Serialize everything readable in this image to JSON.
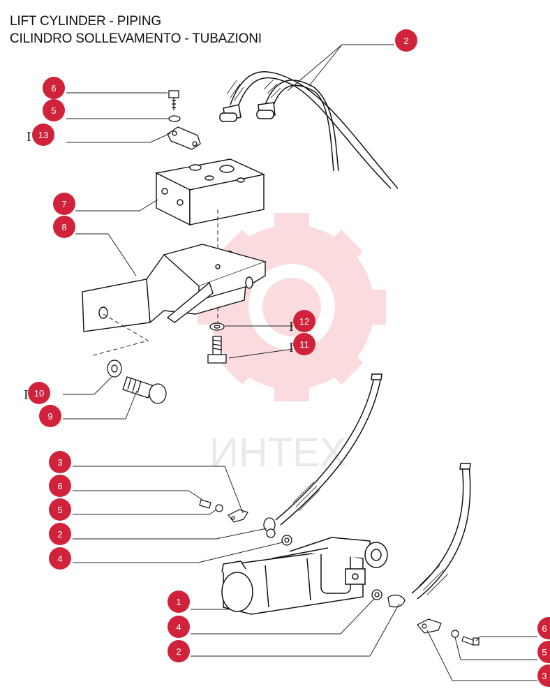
{
  "titles": {
    "english": "LIFT CYLINDER - PIPING",
    "italian": "CILINDRO SOLLEVAMENTO - TUBAZIONI"
  },
  "watermark": {
    "text": "ИНТЕХ",
    "color": "#e8434f"
  },
  "callout_color": "#d0223a",
  "reference_mark": "I",
  "callouts": [
    {
      "id": "c-top-2",
      "label": "2"
    },
    {
      "id": "c-top-6",
      "label": "6"
    },
    {
      "id": "c-top-5",
      "label": "5"
    },
    {
      "id": "c-13",
      "label": "13"
    },
    {
      "id": "c-7",
      "label": "7"
    },
    {
      "id": "c-8",
      "label": "8"
    },
    {
      "id": "c-12",
      "label": "12"
    },
    {
      "id": "c-11",
      "label": "11"
    },
    {
      "id": "c-10",
      "label": "10"
    },
    {
      "id": "c-9",
      "label": "9"
    },
    {
      "id": "c-mid-3",
      "label": "3"
    },
    {
      "id": "c-mid-6",
      "label": "6"
    },
    {
      "id": "c-mid-5",
      "label": "5"
    },
    {
      "id": "c-mid-2",
      "label": "2"
    },
    {
      "id": "c-mid-4",
      "label": "4"
    },
    {
      "id": "c-1",
      "label": "1"
    },
    {
      "id": "c-low-4",
      "label": "4"
    },
    {
      "id": "c-low-2",
      "label": "2"
    },
    {
      "id": "c-right-6",
      "label": "6"
    },
    {
      "id": "c-right-5",
      "label": "5"
    },
    {
      "id": "c-right-3",
      "label": "3"
    }
  ]
}
